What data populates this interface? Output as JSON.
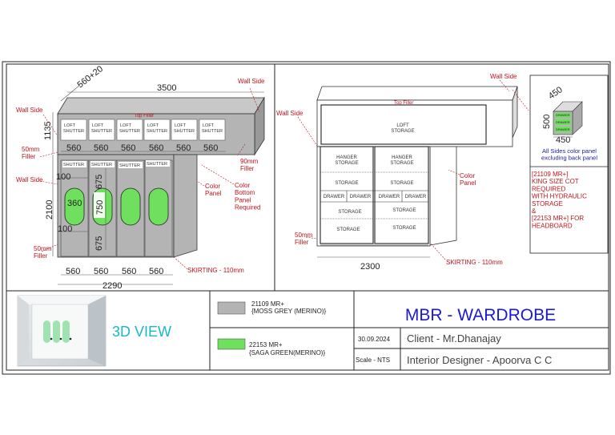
{
  "front": {
    "depth_dim": "560+20",
    "width_dim": "3500",
    "wall_side_top_right": "Wall Side",
    "wall_side_left_top": "Wall Side",
    "wall_side_left_mid": "Wall Side",
    "top_filler": "Top Filler",
    "loft_height": "1135",
    "loft_label": "LOFT",
    "shutter_label": "SHUTTER",
    "loft_widths": [
      "560",
      "560",
      "560",
      "560",
      "560",
      "560"
    ],
    "filler_50_top": "50mm\nFiller",
    "filler_50_bottom": "50mm\nFiller",
    "filler_90": "90mm\nFiller",
    "color_panel": "Color\nPanel",
    "color_bottom_panel": "Color\nBottom\nPanel\nRequired",
    "height_dim": "2100",
    "dim_100_top": "100",
    "dim_100_bottom": "100",
    "dim_360": "360",
    "dim_750": "750",
    "dim_675_top": "675",
    "dim_675_bottom": "675",
    "bottom_widths": [
      "560",
      "560",
      "560",
      "560"
    ],
    "total_width": "2290",
    "skirting": "SKIRTING - 110mm"
  },
  "interior": {
    "wall_side_top": "Wall Side",
    "wall_side_left": "Wall Side",
    "top_filler": "Top Filler",
    "loft_storage": "LOFT\nSTORAGE",
    "hanger_storage": "HANGER\nSTORAGE",
    "storage": "STORAGE",
    "drawer": "DRAWER",
    "color_panel": "Color\nPanel",
    "filler_50": "50mm\nFiller",
    "width_dim": "2300",
    "skirting": "SKIRTING - 110mm"
  },
  "side_detail": {
    "dim_450_top": "450",
    "dim_500": "500",
    "dim_450_bottom": "450",
    "drawer": "DRAWER",
    "note1": "All Sides color panel\nexcluding back panel",
    "note2": "[21109 MR+]\nKING SIZE COT\nREQUIRED\nWITH HYDRAULIC\nSTORAGE\n&\n[22153 MR+] FOR\nHEADBOARD"
  },
  "legend": {
    "grey_code": "21109 MR+",
    "grey_name": "{MOSS GREY (MERINO)}",
    "green_code": "22153 MR+",
    "green_name": "{SAGA GREEN(MERINO)}",
    "grey_color": "#b4b4b4",
    "green_color": "#6fe05e"
  },
  "title_block": {
    "title": "MBR - WARDROBE",
    "view_label": "3D VIEW",
    "date": "30.09.2024",
    "scale": "Scale - NTS",
    "client": "Client - Mr.Dhanajay",
    "designer": "Interior Designer - Apoorva C C"
  }
}
